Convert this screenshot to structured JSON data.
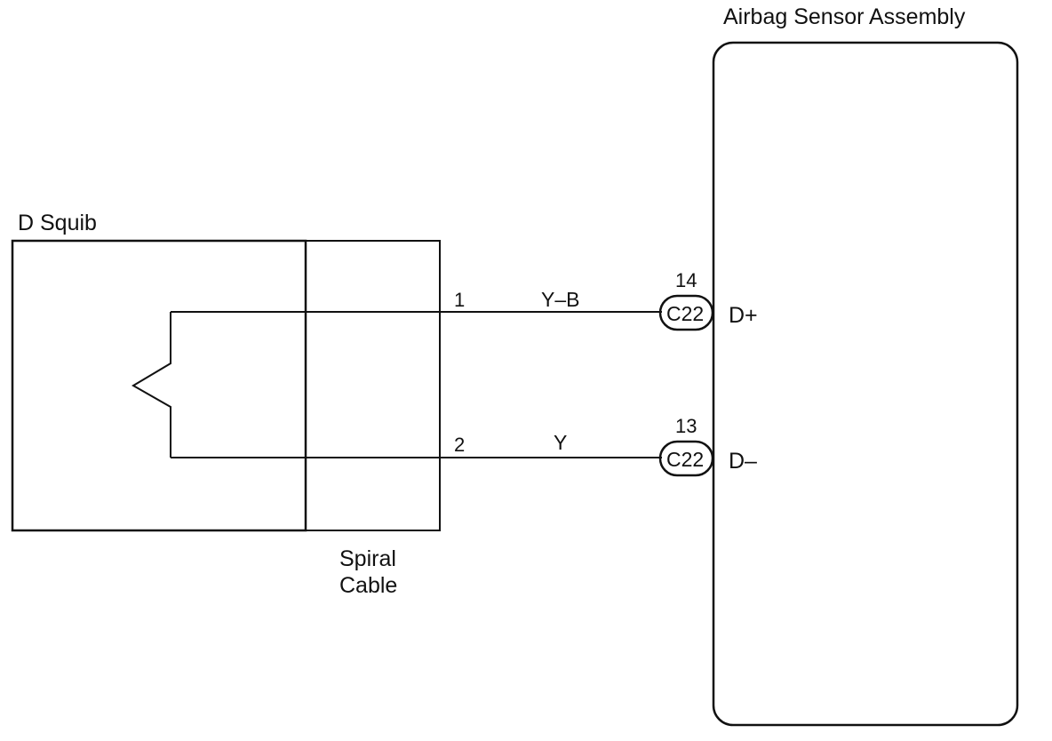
{
  "components": {
    "squib": {
      "label": "D Squib"
    },
    "spiral_cable": {
      "label_line1": "Spiral",
      "label_line2": "Cable"
    },
    "sensor": {
      "label": "Airbag Sensor Assembly"
    }
  },
  "wires": [
    {
      "pin": "1",
      "color_code": "Y–B",
      "connector": "C22",
      "connector_pin": "14",
      "terminal": "D+"
    },
    {
      "pin": "2",
      "color_code": "Y",
      "connector": "C22",
      "connector_pin": "13",
      "terminal": "D–"
    }
  ]
}
